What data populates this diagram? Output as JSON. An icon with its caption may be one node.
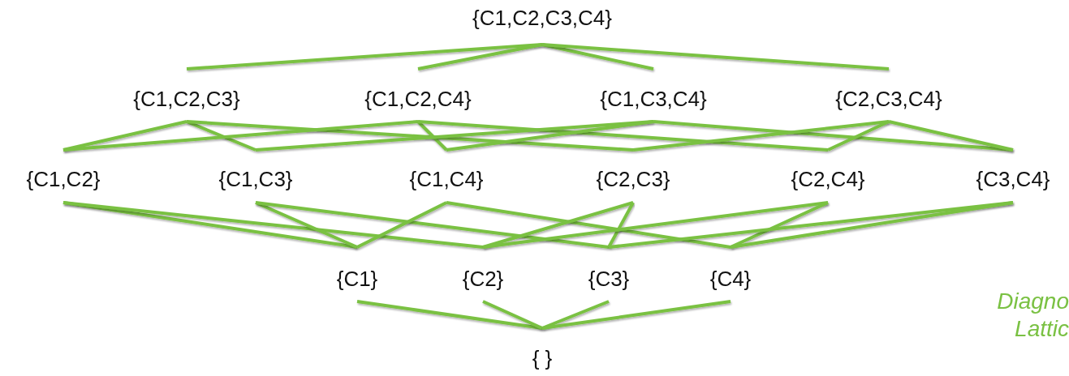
{
  "diagram": {
    "nodes": [
      {
        "text": [
          "{C1,C2,C3,C4}"
        ]
      },
      {
        "text": [
          "{C1,C2,C3}"
        ]
      },
      {
        "text": [
          "{C1,C2,C4}"
        ]
      },
      {
        "text": [
          "{C1,C3,C4}"
        ]
      },
      {
        "text": [
          "{C2,C3,C4}"
        ]
      },
      {
        "text": [
          "{C1,C2}"
        ]
      },
      {
        "text": [
          "{C1,C3}"
        ]
      },
      {
        "text": [
          "{C1,C4}"
        ]
      },
      {
        "text": [
          "{C2,C3}"
        ]
      },
      {
        "text": [
          "{C2,C4}"
        ]
      },
      {
        "text": [
          "{C3,C4}"
        ]
      },
      {
        "text": [
          "{C1}"
        ]
      },
      {
        "text": [
          "{C2}"
        ]
      },
      {
        "text": [
          "{C3}"
        ]
      },
      {
        "text": [
          "{C4}"
        ]
      },
      {
        "text": [
          "{ }"
        ]
      }
    ],
    "edges": [
      {
        "from": 0,
        "to": 1,
        "arrow": "none"
      },
      {
        "from": 0,
        "to": 2,
        "arrow": "none"
      },
      {
        "from": 0,
        "to": 3,
        "arrow": "none"
      },
      {
        "from": 0,
        "to": 4,
        "arrow": "none"
      },
      {
        "from": 1,
        "to": 5,
        "arrow": "none"
      },
      {
        "from": 1,
        "to": 6,
        "arrow": "none"
      },
      {
        "from": 1,
        "to": 8,
        "arrow": "none"
      },
      {
        "from": 2,
        "to": 5,
        "arrow": "none"
      },
      {
        "from": 2,
        "to": 7,
        "arrow": "none"
      },
      {
        "from": 2,
        "to": 9,
        "arrow": "none"
      },
      {
        "from": 3,
        "to": 6,
        "arrow": "none"
      },
      {
        "from": 3,
        "to": 7,
        "arrow": "none"
      },
      {
        "from": 3,
        "to": 10,
        "arrow": "none"
      },
      {
        "from": 4,
        "to": 8,
        "arrow": "none"
      },
      {
        "from": 4,
        "to": 9,
        "arrow": "none"
      },
      {
        "from": 4,
        "to": 10,
        "arrow": "none"
      },
      {
        "from": 5,
        "to": 11,
        "arrow": "none"
      },
      {
        "from": 5,
        "to": 12,
        "arrow": "none"
      },
      {
        "from": 6,
        "to": 11,
        "arrow": "none"
      },
      {
        "from": 6,
        "to": 13,
        "arrow": "none"
      },
      {
        "from": 7,
        "to": 11,
        "arrow": "none"
      },
      {
        "from": 7,
        "to": 14,
        "arrow": "none"
      },
      {
        "from": 8,
        "to": 12,
        "arrow": "none"
      },
      {
        "from": 8,
        "to": 13,
        "arrow": "none"
      },
      {
        "from": 9,
        "to": 12,
        "arrow": "none"
      },
      {
        "from": 9,
        "to": 14,
        "arrow": "none"
      },
      {
        "from": 10,
        "to": 13,
        "arrow": "none"
      },
      {
        "from": 10,
        "to": 14,
        "arrow": "none"
      },
      {
        "from": 11,
        "to": 15,
        "arrow": "none"
      },
      {
        "from": 12,
        "to": 15,
        "arrow": "none"
      },
      {
        "from": 13,
        "to": 15,
        "arrow": "none"
      },
      {
        "from": 14,
        "to": 15,
        "arrow": "none"
      }
    ],
    "labels": [
      "Diagno Lattic"
    ]
  }
}
